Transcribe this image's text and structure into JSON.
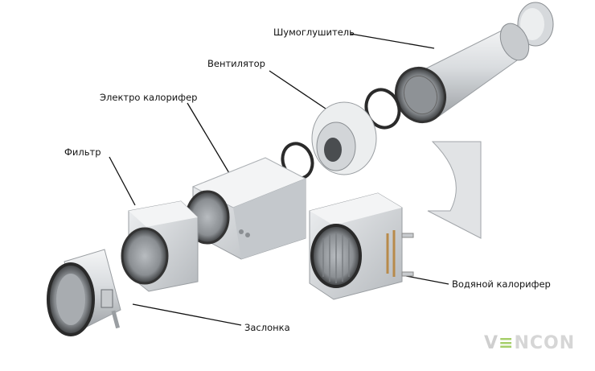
{
  "labels": {
    "silencer": "Шумоглушитель",
    "fan": "Вентилятор",
    "electric_heater": "Электро калорифер",
    "filter": "Фильтр",
    "water_heater": "Водяной калорифер",
    "damper": "Заслонка"
  },
  "watermark": {
    "prefix": "V",
    "mark": "≡",
    "suffix": "NCON"
  },
  "colors": {
    "metal_light": "#e8eaec",
    "metal_mid": "#b9bdc1",
    "metal_dark": "#6f7377",
    "rubber": "#2a2a2a",
    "brand_green": "#a6cf6a"
  }
}
